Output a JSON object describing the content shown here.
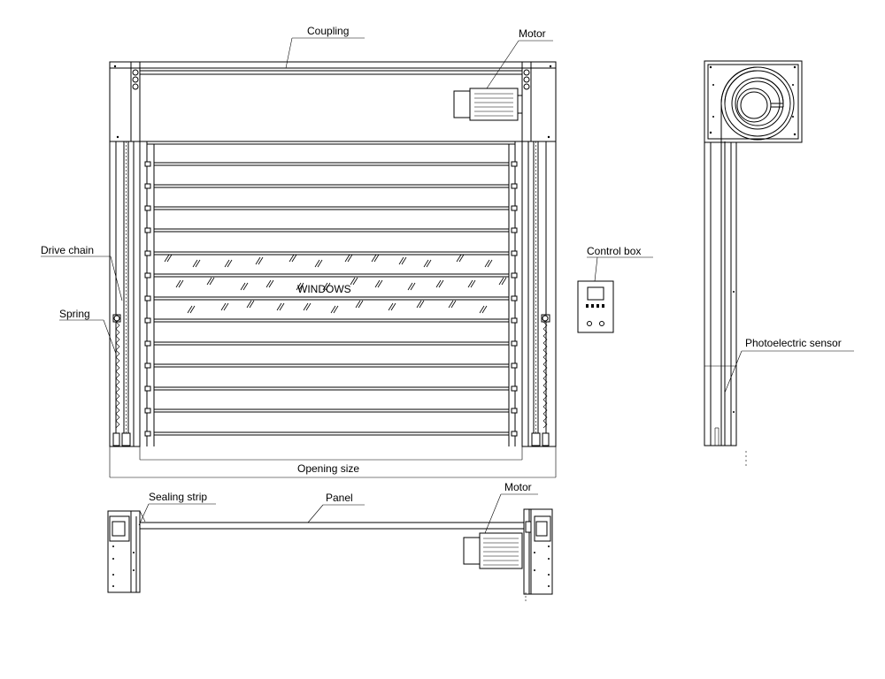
{
  "labels": {
    "coupling": "Coupling",
    "motor_front": "Motor",
    "drive_chain": "Drive chain",
    "spring": "Spring",
    "windows": "WINDOWS",
    "opening_size": "Opening size",
    "control_box": "Control  box",
    "photoelectric_sensor": "Photoelectric sensor",
    "sealing_strip": "Sealing strip",
    "panel": "Panel",
    "motor_top": "Motor"
  }
}
